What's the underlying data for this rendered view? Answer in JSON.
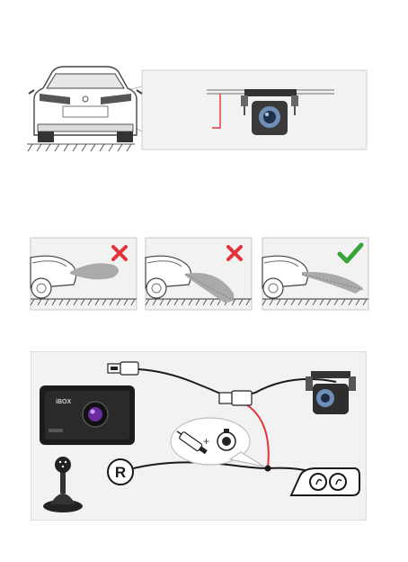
{
  "page": {
    "background": "#ffffff"
  },
  "figure_mount": {
    "icons": [
      "car-rear-icon",
      "zoom-callout",
      "reverse-camera-icon"
    ]
  },
  "figure_angles": {
    "panels": [
      {
        "result": "incorrect",
        "icon": "red-cross-icon"
      },
      {
        "result": "incorrect",
        "icon": "red-cross-icon"
      },
      {
        "result": "correct",
        "icon": "green-check-icon"
      }
    ],
    "colors": {
      "cross": "#e1343a",
      "check": "#3aa23a",
      "panel_bg": "#f2f2f2",
      "beam": "#aaaaaa"
    }
  },
  "figure_wiring": {
    "dashcam_brand": "iBOX",
    "reverse_label": "R",
    "plus_sign": "+",
    "colors": {
      "wire_red": "#e1343a",
      "wire_black": "#1a1a1a",
      "panel_bg": "#f2f2f2"
    }
  }
}
